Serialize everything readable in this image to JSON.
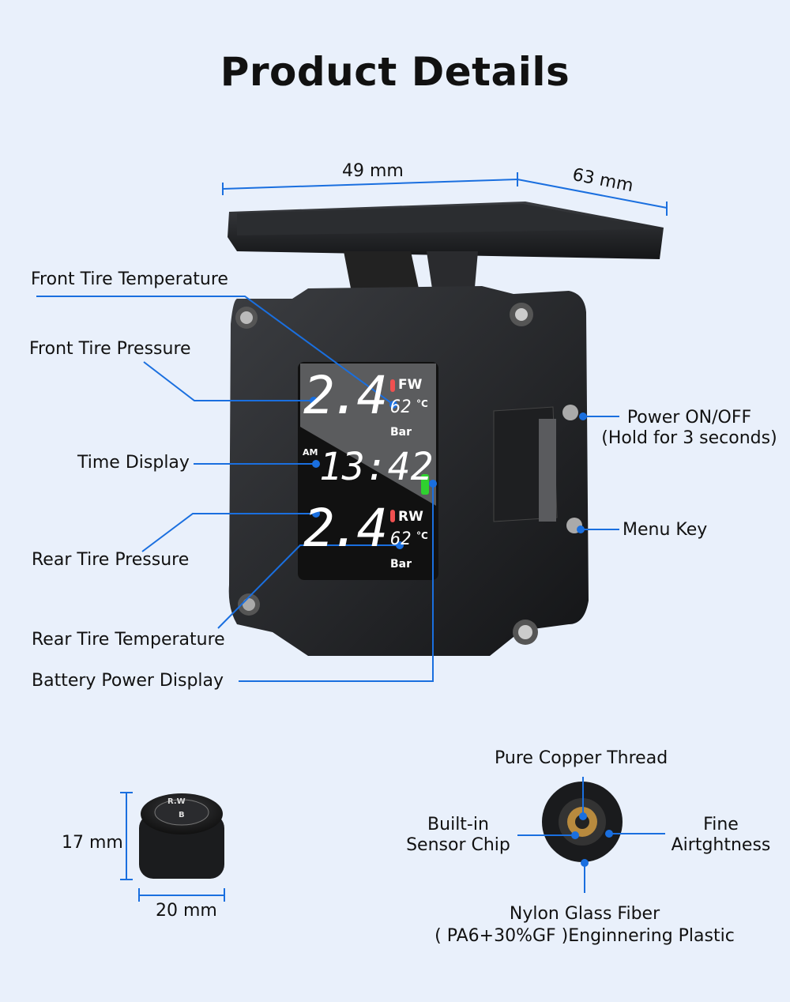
{
  "title": "Product Details",
  "dimensions": {
    "width": "49 mm",
    "depth": "63 mm",
    "sensor_height": "17 mm",
    "sensor_width": "20 mm"
  },
  "callouts": {
    "front_temp": "Front Tire Temperature",
    "front_pressure": "Front Tire Pressure",
    "time_display": "Time Display",
    "rear_pressure": "Rear Tire Pressure",
    "rear_temp": "Rear Tire Temperature",
    "battery": "Battery Power Display",
    "power_line1": "Power ON/OFF",
    "power_line2": "(Hold for 3 seconds)",
    "menu_key": "Menu Key"
  },
  "display": {
    "front_pressure": "2.4",
    "front_label": "FW",
    "front_temp": "62",
    "temp_unit": "°C",
    "pressure_unit": "Bar",
    "ampm": "AM",
    "time": "13:42",
    "rear_pressure": "2.4",
    "rear_label": "RW",
    "rear_temp": "62"
  },
  "sensor": {
    "cap_text": "R.W",
    "cap_letter": "B",
    "copper": "Pure Copper Thread",
    "chip_line1": "Built-in",
    "chip_line2": "Sensor Chip",
    "airtight_line1": "Fine",
    "airtight_line2": "Airtghtness",
    "nylon_line1": "Nylon Glass Fiber",
    "nylon_line2": "( PA6+30%GF )Enginnering Plastic"
  },
  "colors": {
    "accent": "#1a6fdf",
    "background": "#e9f0fb",
    "battery": "#2fd12f",
    "indicator": "#f05050"
  }
}
